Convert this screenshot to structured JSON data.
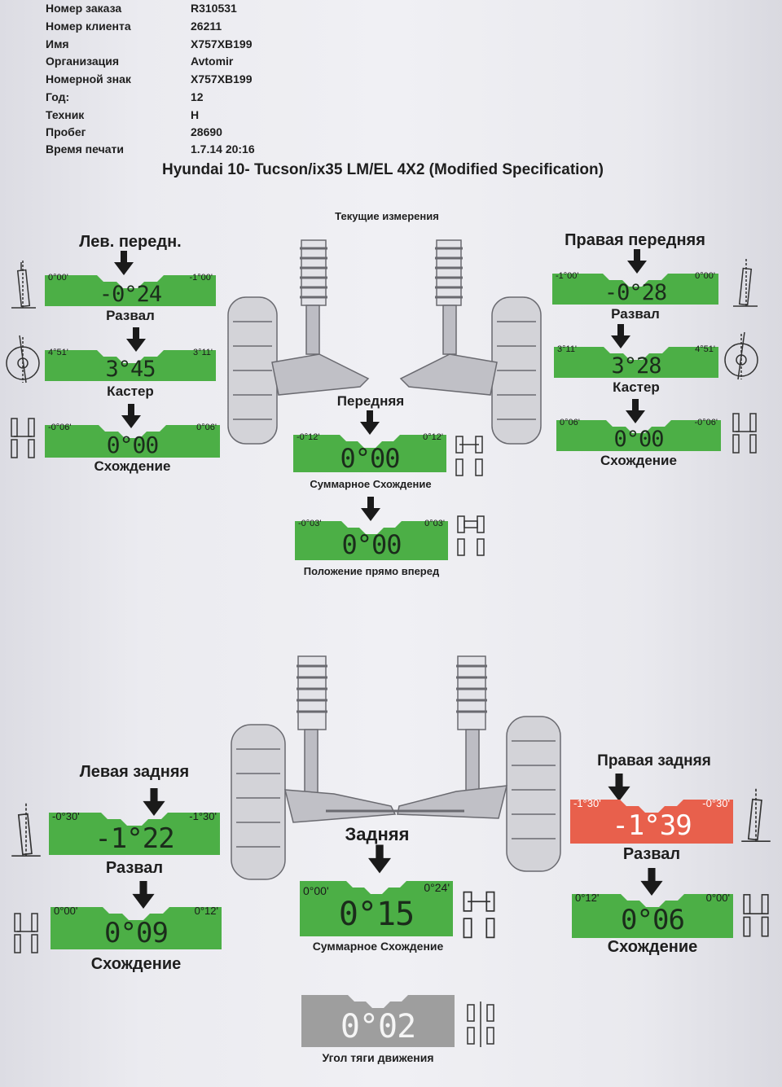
{
  "header": {
    "rows": [
      {
        "label": "Номер заказа",
        "value": "R310531"
      },
      {
        "label": "Номер клиента",
        "value": "26211"
      },
      {
        "label": "Имя",
        "value": "X757XB199"
      },
      {
        "label": "Организация",
        "value": "Avtomir"
      },
      {
        "label": "Номерной знак",
        "value": "X757XB199"
      },
      {
        "label": "Год:",
        "value": "12"
      },
      {
        "label": "Техник",
        "value": "H"
      },
      {
        "label": "Пробег",
        "value": "28690"
      },
      {
        "label": "Время печати",
        "value": "1.7.14 20:16"
      }
    ],
    "model": "Hyundai 10- Tucson/ix35 LM/EL 4X2 (Modified Specification)"
  },
  "current_measurements": "Текущие измерения",
  "front": {
    "section_label": "Передняя",
    "left_title": "Лев. передн.",
    "right_title": "Правая передняя",
    "left": {
      "camber": {
        "label": "Развал",
        "min": "0°00'",
        "max": "-1°00'",
        "value": "-0°24",
        "status": "ok"
      },
      "caster": {
        "label": "Кастер",
        "min": "4°51'",
        "max": "3°11'",
        "value": "3°45",
        "status": "ok"
      },
      "toe": {
        "label": "Схождение",
        "min": "-0°06'",
        "max": "0°06'",
        "value": "0°00",
        "status": "ok"
      }
    },
    "right": {
      "camber": {
        "label": "Развал",
        "min": "-1°00'",
        "max": "0°00'",
        "value": "-0°28",
        "status": "ok"
      },
      "caster": {
        "label": "Кастер",
        "min": "3°11'",
        "max": "4°51'",
        "value": "3°28",
        "status": "ok"
      },
      "toe": {
        "label": "Схождение",
        "min": "0°06'",
        "max": "-0°06'",
        "value": "0°00",
        "status": "ok"
      }
    },
    "total_toe": {
      "label": "Суммарное Схождение",
      "min": "-0°12'",
      "max": "0°12'",
      "value": "0°00",
      "status": "ok"
    },
    "straight_ahead": {
      "label": "Положение прямо вперед",
      "min": "-0°03'",
      "max": "0°03'",
      "value": "0°00",
      "status": "ok"
    }
  },
  "rear": {
    "section_label": "Задняя",
    "left_title": "Левая задняя",
    "right_title": "Правая задняя",
    "left": {
      "camber": {
        "label": "Развал",
        "min": "-0°30'",
        "max": "-1°30'",
        "value": "-1°22",
        "status": "ok"
      },
      "toe": {
        "label": "Схождение",
        "min": "0°00'",
        "max": "0°12'",
        "value": "0°09",
        "status": "ok"
      }
    },
    "right": {
      "camber": {
        "label": "Развал",
        "min": "-1°30'",
        "max": "-0°30'",
        "value": "-1°39",
        "status": "out"
      },
      "toe": {
        "label": "Схождение",
        "min": "0°12'",
        "max": "0°00'",
        "value": "0°06",
        "status": "ok"
      }
    },
    "total_toe": {
      "label": "Суммарное Схождение",
      "min": "0°00'",
      "max": "0°24'",
      "value": "0°15",
      "status": "ok"
    },
    "thrust_angle": {
      "label": "Угол тяги движения",
      "value": "0°02"
    }
  },
  "colors": {
    "in_spec": "#4caf46",
    "out_of_spec": "#e8604c",
    "no_spec": "#9e9e9e",
    "paper": "#eeeef2"
  },
  "icons": [
    "down-arrow-icon",
    "camber-wheel-icon",
    "caster-wheel-icon",
    "toe-wheel-icon",
    "total-toe-icon",
    "steering-wheel-icon",
    "thrust-angle-icon",
    "front-suspension-illustration",
    "rear-suspension-illustration"
  ]
}
